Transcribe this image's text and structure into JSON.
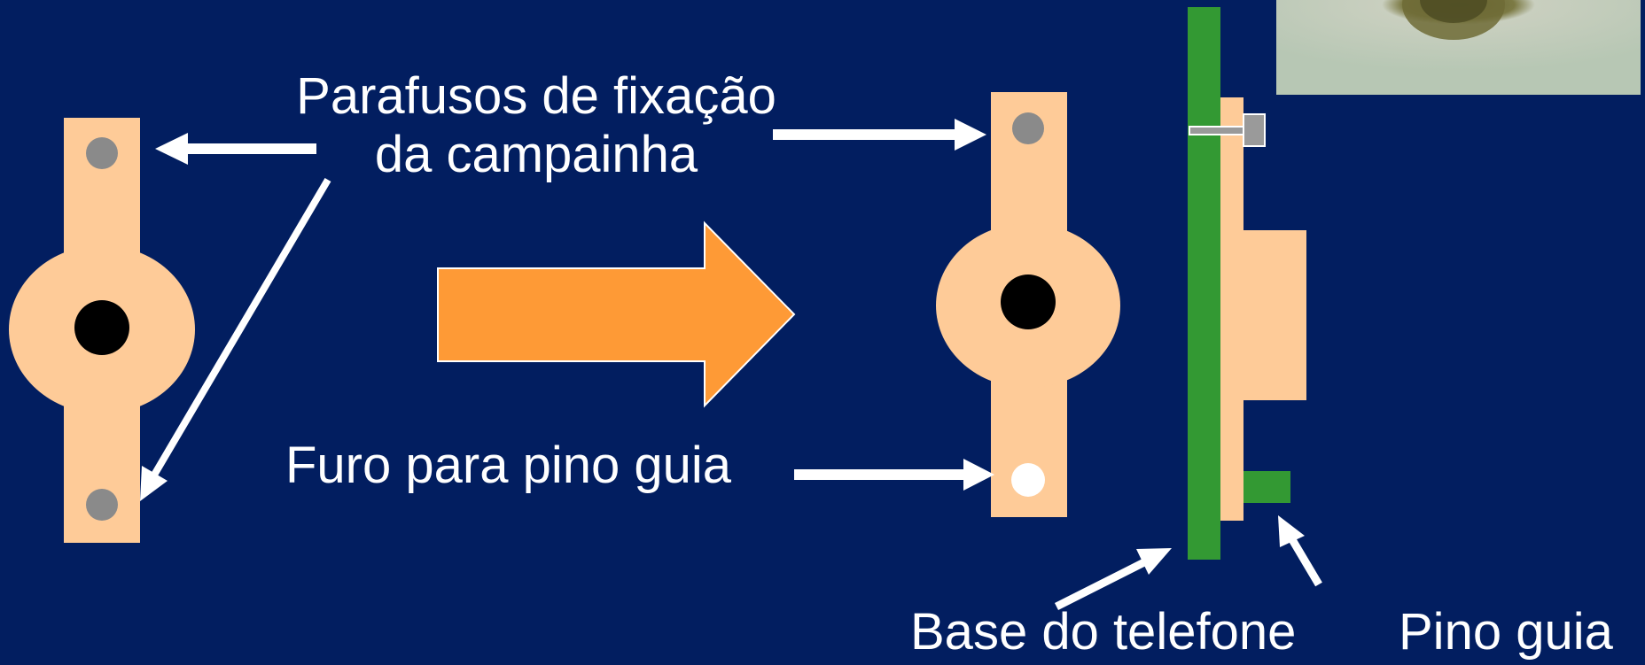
{
  "colors": {
    "background": "#021e60",
    "bracket": "#fecb98",
    "screw": "#8a8a8a",
    "center_hole": "#000000",
    "guide_hole": "#ffffff",
    "arrow": "#ffffff",
    "big_arrow": "#fe9a36",
    "base": "#339933"
  },
  "labels": {
    "screws_line1": "Parafusos de fixação",
    "screws_line2": "da campainha",
    "guide_hole": "Furo para pino guia",
    "phone_base": "Base do telefone",
    "guide_pin": "Pino guia"
  },
  "photo": {
    "description_icon": "photo-thumbnail"
  }
}
